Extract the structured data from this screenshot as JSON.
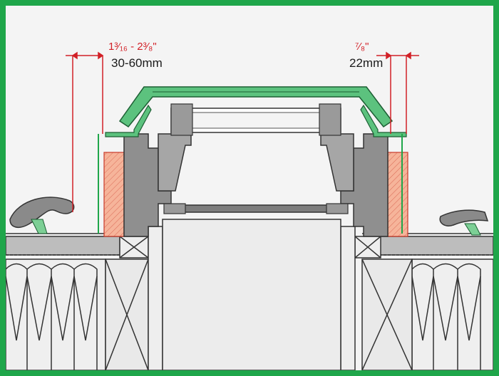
{
  "colors": {
    "frame": "#1fa64a",
    "dimension_line": "#d22027",
    "insulation": "#f0a58a",
    "flashing_green": "#5cc27e",
    "gray_frame": "#8f8f8f",
    "concrete": "#bdbdbd"
  },
  "dimensions": {
    "left_imperial": "1³⁄₁₆ - 2³⁄₈\"",
    "left_metric": "30-60mm",
    "right_imperial": "⁷⁄₈\"",
    "right_metric": "22mm"
  }
}
